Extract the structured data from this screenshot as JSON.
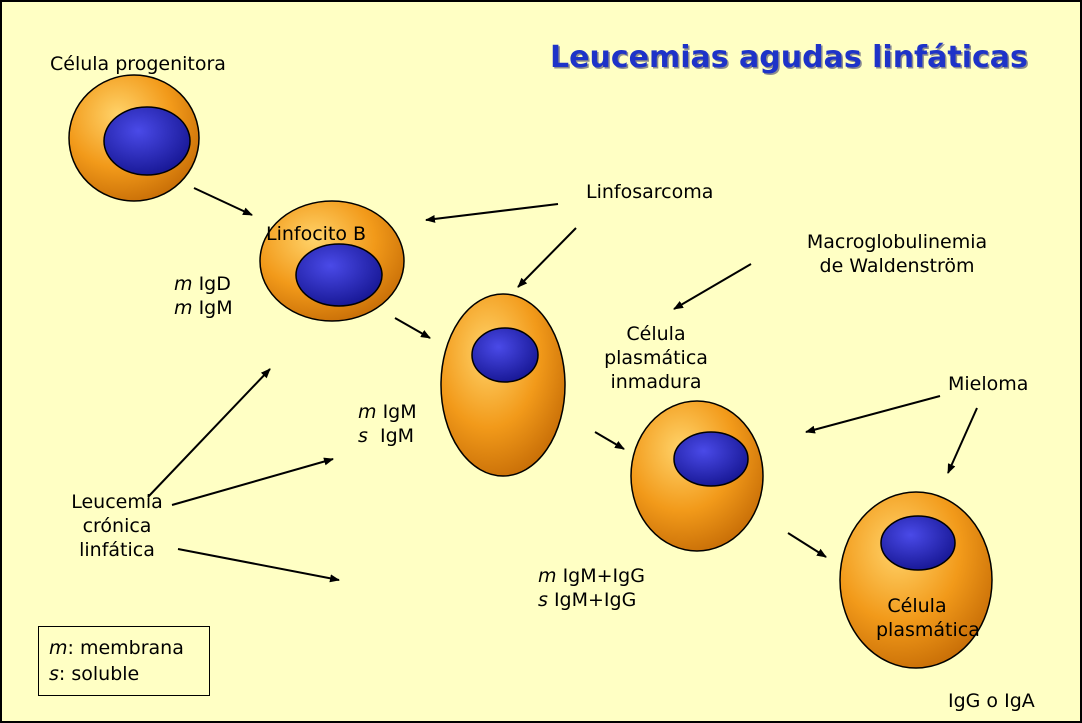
{
  "title": "Leucemias agudas linfáticas",
  "colors": {
    "background": "#FFFFC4",
    "title": "#1E33C8",
    "cell": "#F29A1A",
    "nucleus": "#1A1AB0"
  },
  "labels": {
    "progenitor": "Célula progenitora",
    "linfocito_b": "Linfocito B",
    "linfosarcoma": "Linfosarcoma",
    "macro_line1": "Macroglobulinemia",
    "macro_line2": "de Waldenström",
    "celula_plasmatica_inmadura_l1": "Célula",
    "celula_plasmatica_inmadura_l2": "plasmática",
    "celula_plasmatica_inmadura_l3": "inmadura",
    "mieloma": "Mieloma",
    "leucemia_l1": "Leucemia",
    "leucemia_l2": "crónica",
    "leucemia_l3": "linfática",
    "celula_plasmatica_l1": "Célula",
    "celula_plasmatica_l2": "plasmática",
    "igg_iga": "IgG o IgA"
  },
  "immunoglobulins": {
    "linfocito": [
      {
        "prefix": "m",
        "value": "IgD"
      },
      {
        "prefix": "m",
        "value": "IgM"
      }
    ],
    "inmadura": [
      {
        "prefix": "m",
        "value": "IgM"
      },
      {
        "prefix": "s",
        "value": "IgM"
      }
    ],
    "intermedia": [
      {
        "prefix": "m",
        "value": "IgM+IgG"
      },
      {
        "prefix": "s",
        "value": "IgM+IgG"
      }
    ]
  },
  "legend": [
    {
      "symbol": "m",
      "text": ": membrana"
    },
    {
      "symbol": "s",
      "text": ": soluble"
    }
  ]
}
